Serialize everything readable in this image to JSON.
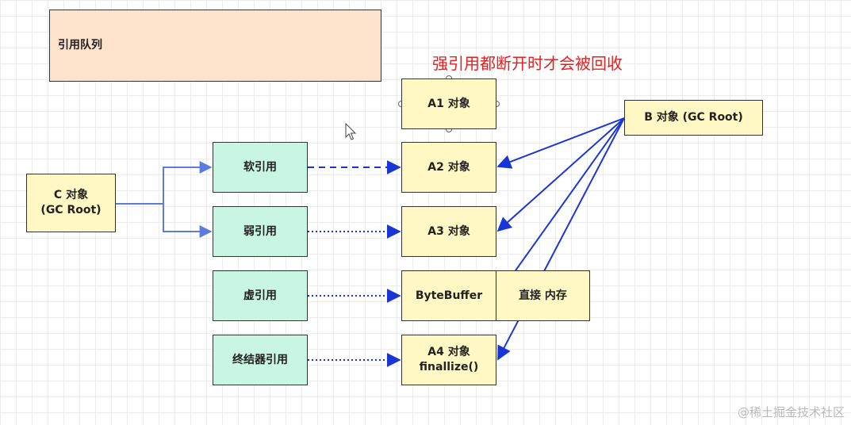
{
  "note": "强引用都断开时才会被回收",
  "boxes": {
    "queue": "引用队列",
    "a1": "A1 对象",
    "a2": "A2 对象",
    "a3": "A3 对象",
    "bytebuffer": "ByteBuffer",
    "direct_memory": "直接 内存",
    "a4_line1": "A4 对象",
    "a4_line2": "finallize()",
    "b": "B 对象 (GC Root)",
    "c_line1": "C 对象",
    "c_line2": "(GC Root)",
    "soft": "软引用",
    "weak": "弱引用",
    "phantom": "虚引用",
    "final": "终结器引用"
  },
  "colors": {
    "arrow": "#1a35d6",
    "tree_line": "#5b7be0",
    "note": "#e62020"
  },
  "watermark": "@稀土掘金技术社区"
}
